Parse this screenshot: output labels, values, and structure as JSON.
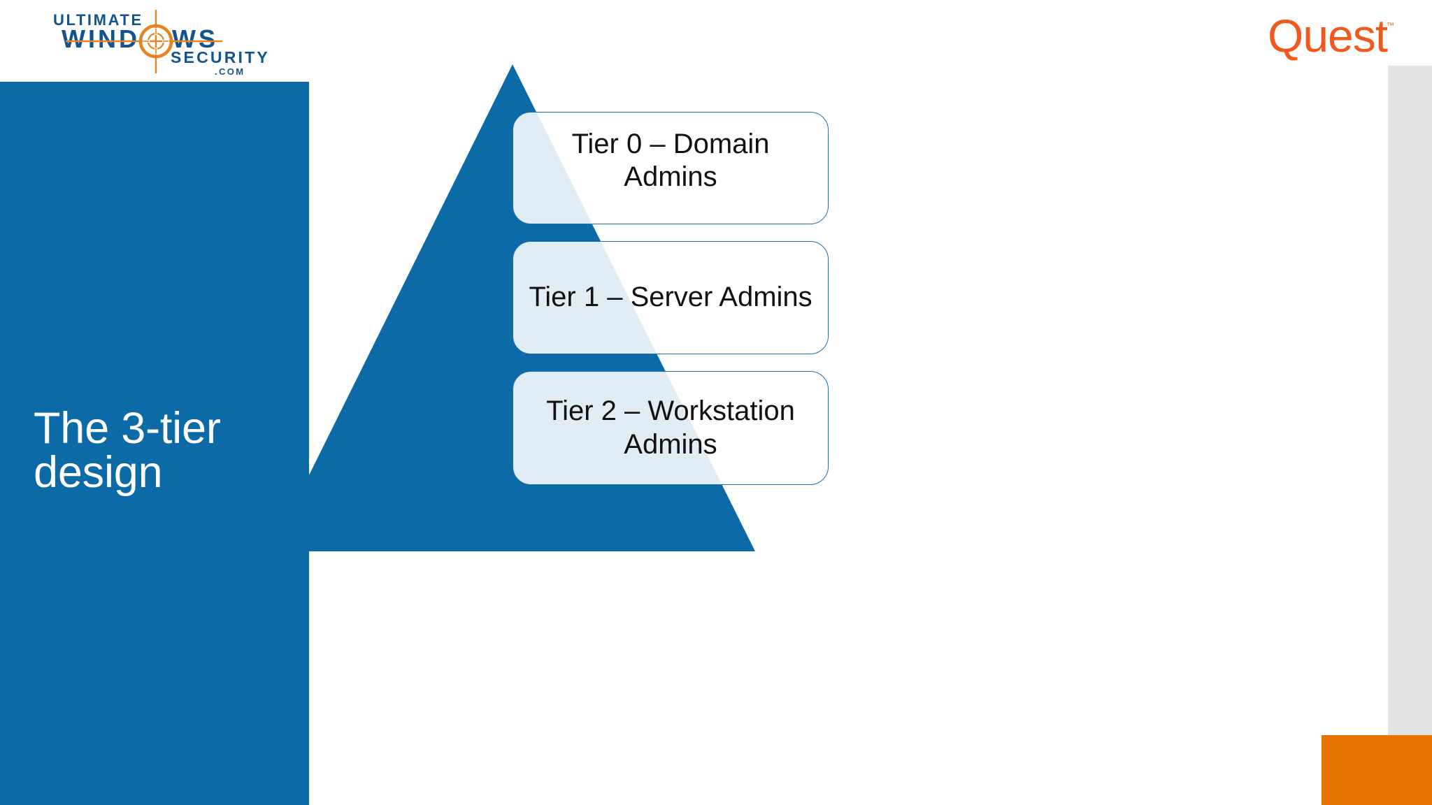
{
  "slide": {
    "title": "The 3-tier\ndesign",
    "background_color": "#FFFFFF",
    "panel_color": "#0C6AA7",
    "accent_orange": "#E87400",
    "accent_gray": "#E3E3E5",
    "box_border_color": "#1F6FA8"
  },
  "branding": {
    "uws": {
      "line1": "ULTIMATE",
      "line2": "WINDOWS",
      "line3": "SECURITY",
      "line4": ".COM",
      "blue": "#12548F",
      "orange": "#E8821E"
    },
    "quest": {
      "wordmark": "Quest",
      "trademark": "™",
      "color": "#F0581E"
    }
  },
  "pyramid": {
    "fill": "#0C6AA7",
    "tiers": [
      {
        "id": "tier-0",
        "label": "Tier 0 – Domain Admins"
      },
      {
        "id": "tier-1",
        "label": "Tier 1 – Server Admins"
      },
      {
        "id": "tier-2",
        "label": "Tier 2 – Workstation Admins"
      }
    ]
  }
}
